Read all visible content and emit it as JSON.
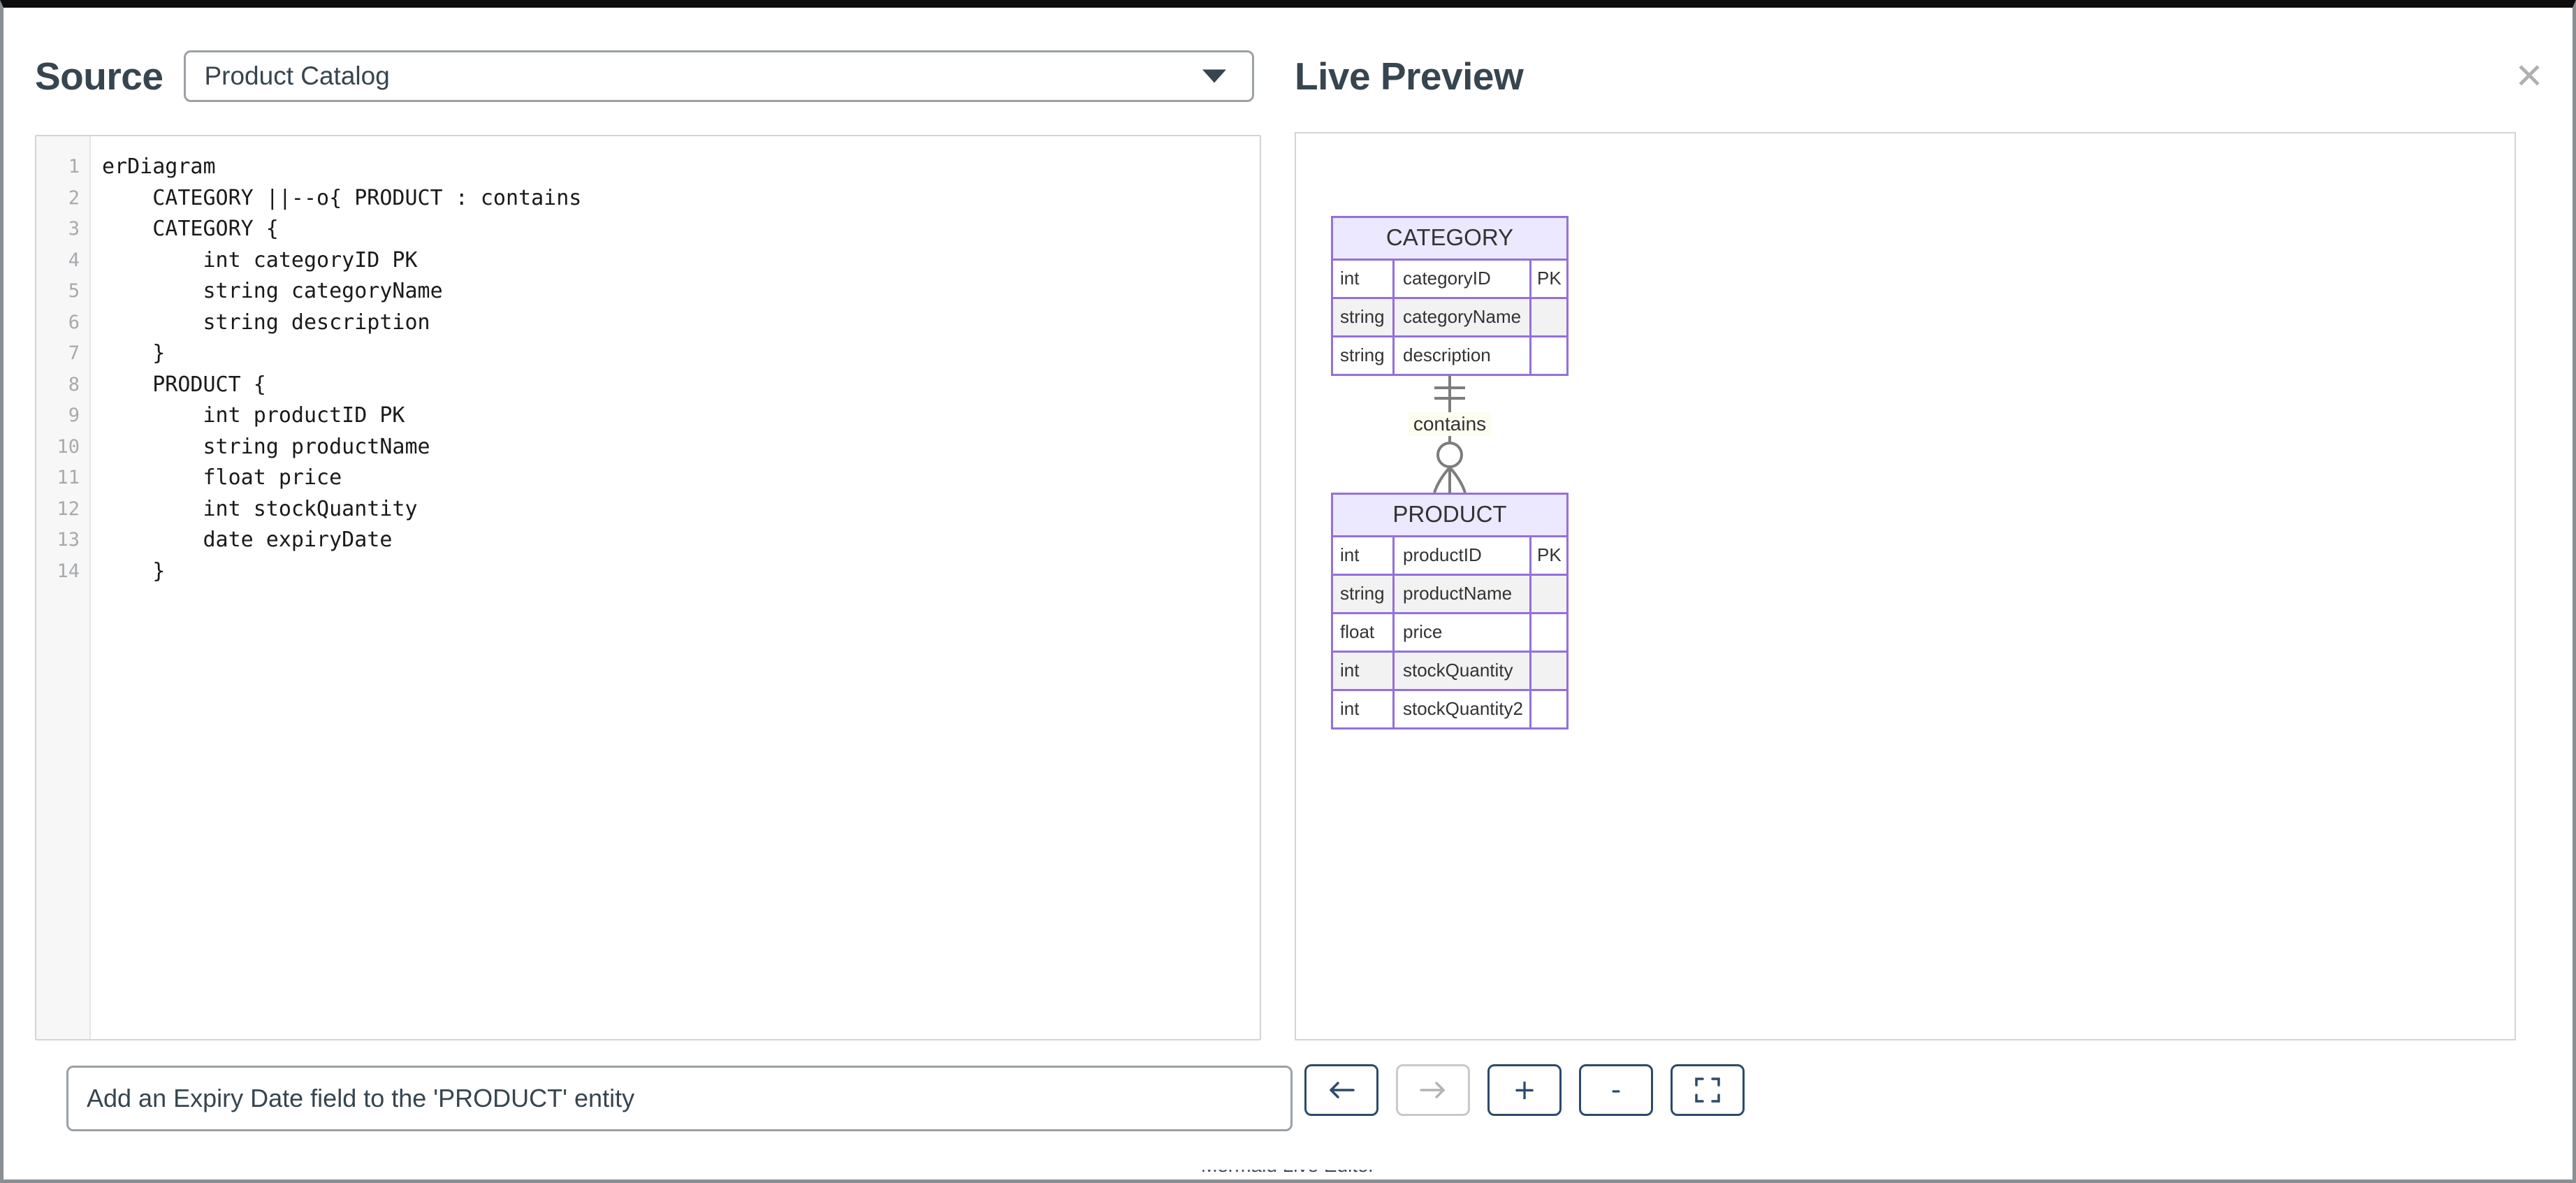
{
  "window": {
    "footer_text_clipped": "Mermaid Live Editor"
  },
  "source_panel": {
    "title": "Source",
    "diagram_select": {
      "selected": "Product Catalog",
      "caret_icon": "chevron-down-icon"
    },
    "editor": {
      "line_numbers": [
        "1",
        "2",
        "3",
        "4",
        "5",
        "6",
        "7",
        "8",
        "9",
        "10",
        "11",
        "12",
        "13",
        "14"
      ],
      "lines": [
        "erDiagram",
        "    CATEGORY ||--o{ PRODUCT : contains",
        "    CATEGORY {",
        "        int categoryID PK",
        "        string categoryName",
        "        string description",
        "    }",
        "    PRODUCT {",
        "        int productID PK",
        "        string productName",
        "        float price",
        "        int stockQuantity",
        "        date expiryDate",
        "    }"
      ]
    },
    "prompt_input": {
      "value": "Add an Expiry Date field to the 'PRODUCT' entity",
      "placeholder": "Add an Expiry Date field to the 'PRODUCT' entity"
    }
  },
  "preview_panel": {
    "title": "Live Preview",
    "close_icon": "close-icon",
    "diagram": {
      "type": "er-diagram",
      "entities": [
        {
          "name": "CATEGORY",
          "attributes": [
            {
              "type": "int",
              "name": "categoryID",
              "key": "PK"
            },
            {
              "type": "string",
              "name": "categoryName",
              "key": ""
            },
            {
              "type": "string",
              "name": "description",
              "key": ""
            }
          ]
        },
        {
          "name": "PRODUCT",
          "attributes": [
            {
              "type": "int",
              "name": "productID",
              "key": "PK"
            },
            {
              "type": "string",
              "name": "productName",
              "key": ""
            },
            {
              "type": "float",
              "name": "price",
              "key": ""
            },
            {
              "type": "int",
              "name": "stockQuantity",
              "key": ""
            },
            {
              "type": "int",
              "name": "stockQuantity2",
              "key": ""
            }
          ]
        }
      ],
      "relationship": {
        "label": "contains",
        "from": "CATEGORY",
        "to": "PRODUCT",
        "cardinality": "one-to-zero-or-many"
      }
    },
    "toolbar": {
      "buttons": [
        {
          "name": "back-button",
          "icon": "arrow-left-icon",
          "label": "←",
          "disabled": false
        },
        {
          "name": "forward-button",
          "icon": "arrow-right-icon",
          "label": "→",
          "disabled": true
        },
        {
          "name": "zoom-in-button",
          "icon": "plus-icon",
          "label": "+",
          "disabled": false
        },
        {
          "name": "zoom-out-button",
          "icon": "minus-icon",
          "label": "-",
          "disabled": false
        },
        {
          "name": "fit-screen-button",
          "icon": "expand-icon",
          "label": "",
          "disabled": false
        }
      ]
    }
  },
  "colors": {
    "entity_border": "#9370db",
    "entity_header_fill": "#ece8fd",
    "row_alt_fill": "#f2f2f2",
    "relation_label_fill": "#fdfdef",
    "toolbar_accent": "#2c4a6b",
    "heading_text": "#36454f"
  }
}
